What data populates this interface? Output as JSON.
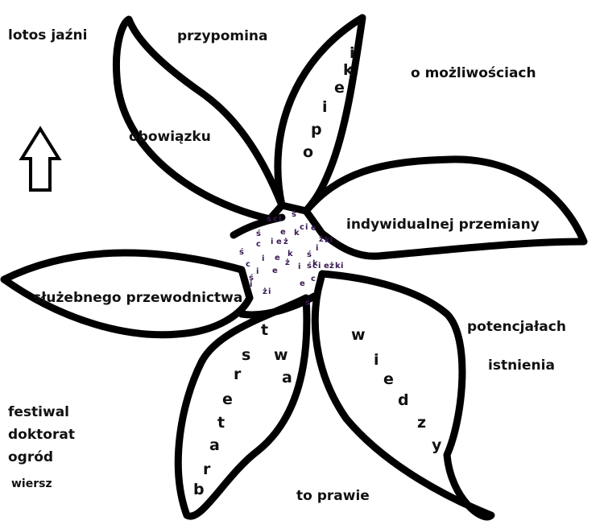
{
  "corner_labels": {
    "lotos": "lotos jaźni",
    "przypomina": "przypomina",
    "mozliwosciach": "o  możliwościach",
    "potencjalach": "potencjałach",
    "istnienia": "istnienia",
    "to_prawie": "to  prawie",
    "festiwal": "festiwal",
    "doktorat": "doktorat",
    "ogrod": "ogród",
    "wiersz": "wiersz"
  },
  "petal_labels": {
    "obowiazku": "obowiązku",
    "indywidualnej": "indywidualnej przemiany",
    "sluzebnego": "służebnego przewodnictwa"
  },
  "vertical_words": {
    "epoki": [
      "i",
      "k",
      "e",
      "i",
      "p",
      "o"
    ],
    "wiedzy": [
      "w",
      "i",
      "e",
      "d",
      "z",
      "y"
    ],
    "barstwa": [
      "t",
      "s",
      "r",
      "w",
      "e",
      "a",
      "t",
      "a",
      "r",
      "b"
    ]
  },
  "center_letters": [
    "ś",
    "c",
    "i",
    "ś",
    "c",
    "i",
    "e",
    "e",
    "k",
    "ż",
    "ki",
    "ś",
    "c",
    "i",
    "e",
    "ż",
    "i",
    "ś",
    "i",
    "e",
    "k",
    "ś",
    "c",
    "i",
    "e",
    "ż",
    "k",
    "i",
    "ś",
    "c",
    "i",
    "e",
    "ż",
    "k",
    "i",
    "ś",
    "c",
    "i",
    "e",
    "ż",
    "i",
    "ś"
  ],
  "arrow": "up-arrow",
  "colors": {
    "ink": "#111111",
    "center_text": "#3a1a55",
    "background": "#ffffff"
  }
}
